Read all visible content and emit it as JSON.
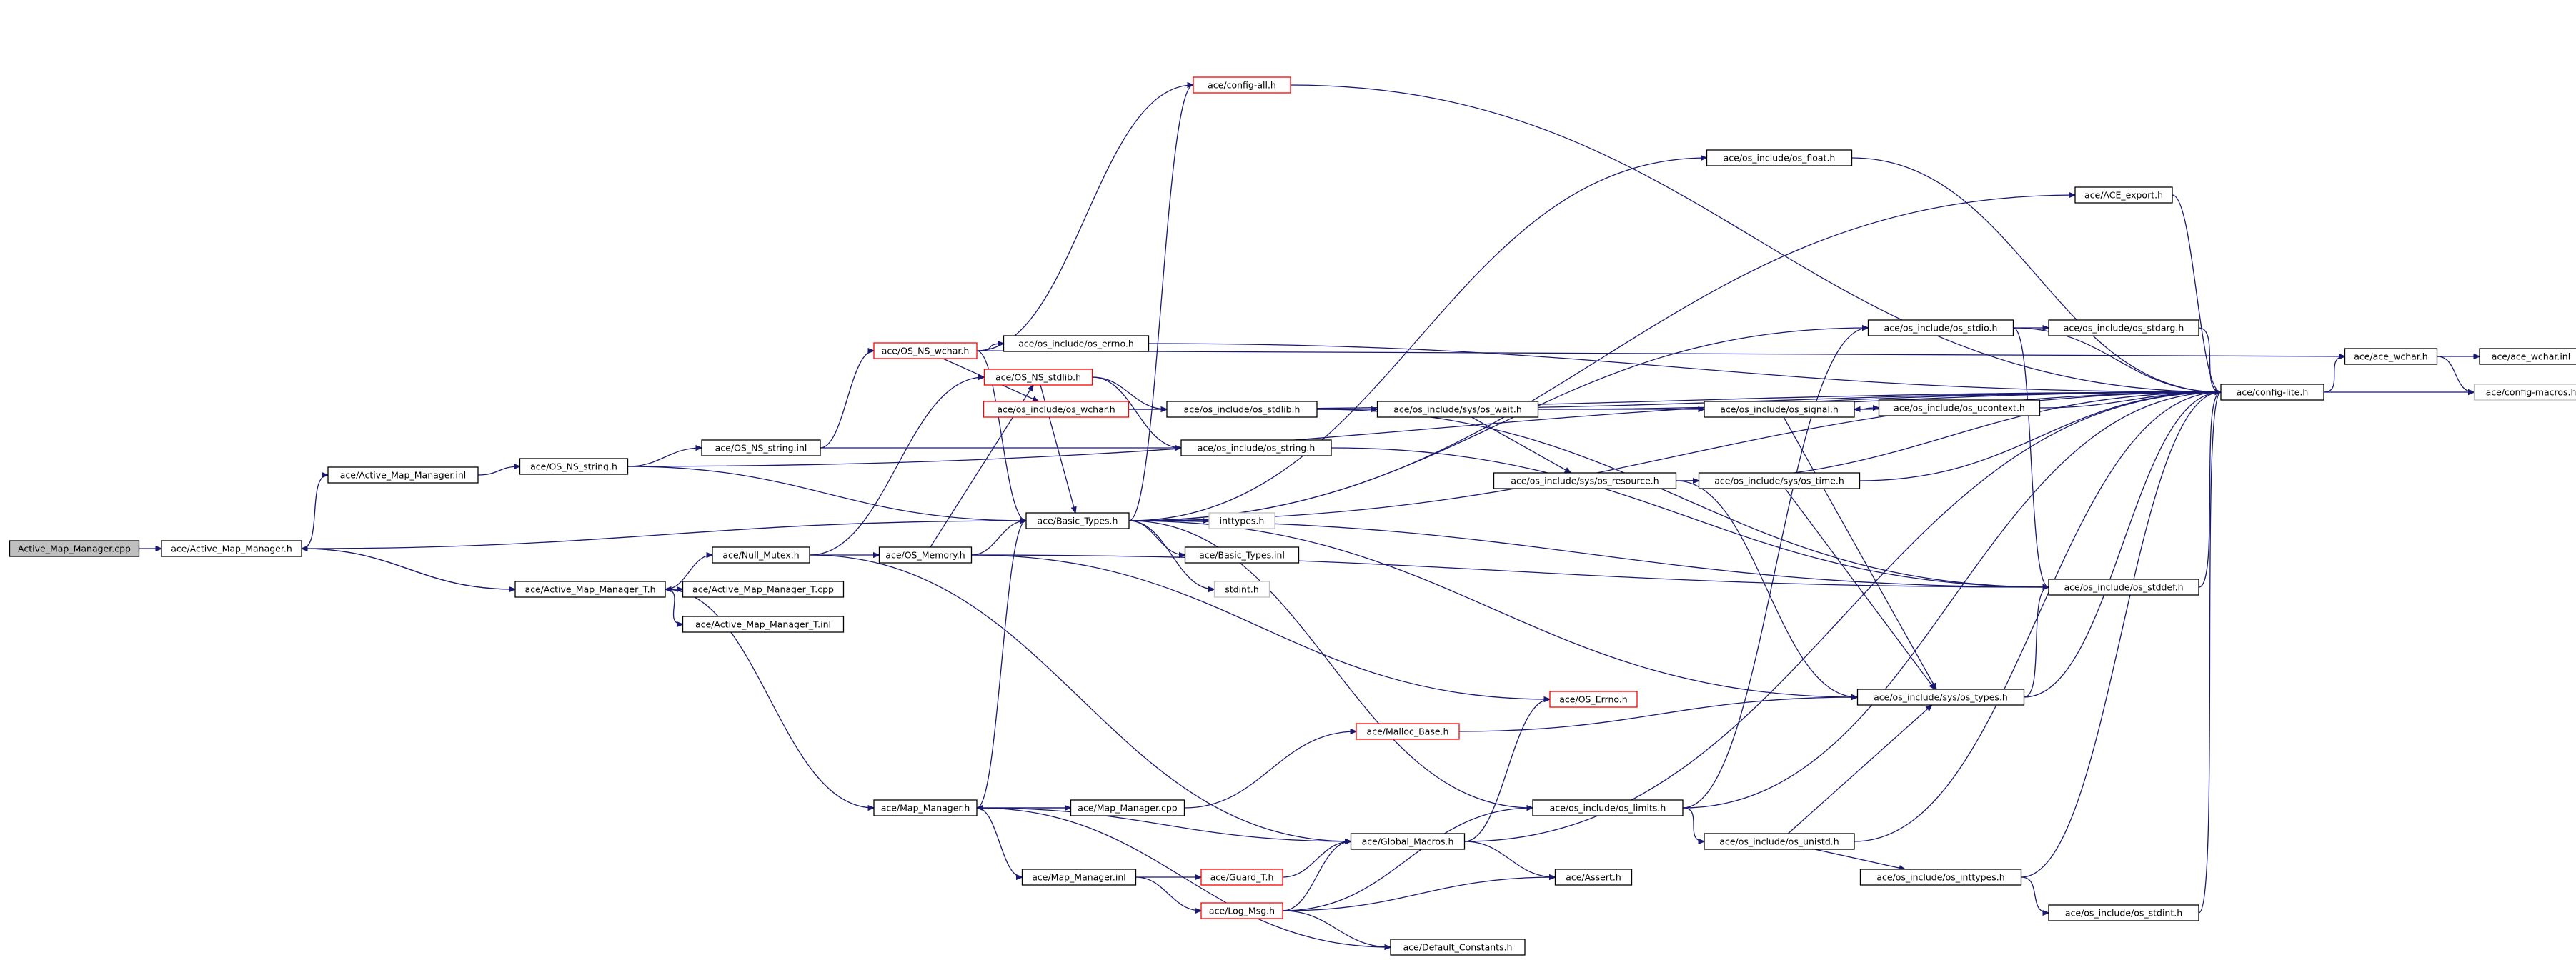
{
  "colors": {
    "edge": "#191970",
    "node_border": "#000000",
    "truncated_border": "#ff0000",
    "missing_border": "#bfbfbf",
    "root_fill": "#bfbfbf"
  },
  "nodes": [
    {
      "id": "n0",
      "label": "Active_Map_Manager.cpp",
      "style": "root"
    },
    {
      "id": "n1",
      "label": "ace/Active_Map_Manager.h",
      "style": "normal"
    },
    {
      "id": "n2",
      "label": "ace/Active_Map_Manager.inl",
      "style": "normal"
    },
    {
      "id": "n3",
      "label": "ace/OS_NS_string.h",
      "style": "normal"
    },
    {
      "id": "n4",
      "label": "ace/OS_NS_string.inl",
      "style": "normal"
    },
    {
      "id": "n5",
      "label": "ace/OS_NS_wchar.h",
      "style": "red"
    },
    {
      "id": "n6",
      "label": "ace/config-all.h",
      "style": "red"
    },
    {
      "id": "n7",
      "label": "ace/os_include/os_errno.h",
      "style": "normal"
    },
    {
      "id": "n8",
      "label": "ace/OS_NS_stdlib.h",
      "style": "red"
    },
    {
      "id": "n9",
      "label": "ace/os_include/os_wchar.h",
      "style": "red"
    },
    {
      "id": "n10",
      "label": "ace/os_include/os_stdlib.h",
      "style": "normal"
    },
    {
      "id": "n11",
      "label": "ace/os_include/os_string.h",
      "style": "normal"
    },
    {
      "id": "n12",
      "label": "ace/Basic_Types.h",
      "style": "normal"
    },
    {
      "id": "n13",
      "label": "inttypes.h",
      "style": "grey"
    },
    {
      "id": "n14",
      "label": "ace/Basic_Types.inl",
      "style": "normal"
    },
    {
      "id": "n15",
      "label": "stdint.h",
      "style": "grey"
    },
    {
      "id": "n16",
      "label": "ace/Active_Map_Manager_T.h",
      "style": "normal"
    },
    {
      "id": "n17",
      "label": "ace/Null_Mutex.h",
      "style": "normal"
    },
    {
      "id": "n18",
      "label": "ace/OS_Memory.h",
      "style": "normal"
    },
    {
      "id": "n19",
      "label": "ace/Active_Map_Manager_T.cpp",
      "style": "normal"
    },
    {
      "id": "n20",
      "label": "ace/Active_Map_Manager_T.inl",
      "style": "normal"
    },
    {
      "id": "n21",
      "label": "ace/Map_Manager.h",
      "style": "normal"
    },
    {
      "id": "n22",
      "label": "ace/Map_Manager.cpp",
      "style": "normal"
    },
    {
      "id": "n23",
      "label": "ace/Map_Manager.inl",
      "style": "normal"
    },
    {
      "id": "n24",
      "label": "ace/Guard_T.h",
      "style": "red"
    },
    {
      "id": "n25",
      "label": "ace/Log_Msg.h",
      "style": "red"
    },
    {
      "id": "n26",
      "label": "ace/Malloc_Base.h",
      "style": "red"
    },
    {
      "id": "n27",
      "label": "ace/Global_Macros.h",
      "style": "normal"
    },
    {
      "id": "n28",
      "label": "ace/Default_Constants.h",
      "style": "normal"
    },
    {
      "id": "n29",
      "label": "ace/OS_Errno.h",
      "style": "red"
    },
    {
      "id": "n30",
      "label": "ace/os_include/os_limits.h",
      "style": "normal"
    },
    {
      "id": "n31",
      "label": "ace/Assert.h",
      "style": "normal"
    },
    {
      "id": "n32",
      "label": "ace/os_include/os_unistd.h",
      "style": "normal"
    },
    {
      "id": "n33",
      "label": "ace/os_include/os_inttypes.h",
      "style": "normal"
    },
    {
      "id": "n34",
      "label": "ace/os_include/os_stdint.h",
      "style": "normal"
    },
    {
      "id": "n35",
      "label": "ace/os_include/sys/os_wait.h",
      "style": "normal"
    },
    {
      "id": "n36",
      "label": "ace/os_include/sys/os_resource.h",
      "style": "normal"
    },
    {
      "id": "n37",
      "label": "ace/os_include/sys/os_time.h",
      "style": "normal"
    },
    {
      "id": "n38",
      "label": "ace/os_include/os_signal.h",
      "style": "normal"
    },
    {
      "id": "n39",
      "label": "ace/os_include/os_ucontext.h",
      "style": "normal"
    },
    {
      "id": "n40",
      "label": "ace/os_include/os_stdio.h",
      "style": "normal"
    },
    {
      "id": "n41",
      "label": "ace/os_include/os_stdarg.h",
      "style": "normal"
    },
    {
      "id": "n42",
      "label": "ace/os_include/os_float.h",
      "style": "normal"
    },
    {
      "id": "n43",
      "label": "ace/ACE_export.h",
      "style": "normal"
    },
    {
      "id": "n44",
      "label": "ace/os_include/os_stddef.h",
      "style": "normal"
    },
    {
      "id": "n45",
      "label": "ace/os_include/sys/os_types.h",
      "style": "normal"
    },
    {
      "id": "n46",
      "label": "ace/config-lite.h",
      "style": "normal"
    },
    {
      "id": "n47",
      "label": "ace/ace_wchar.h",
      "style": "normal"
    },
    {
      "id": "n48",
      "label": "ace/ace_wchar.inl",
      "style": "normal"
    },
    {
      "id": "n49",
      "label": "ace/config-macros.h",
      "style": "grey"
    }
  ],
  "edges": [
    [
      "n0",
      "n1"
    ],
    [
      "n1",
      "n2"
    ],
    [
      "n1",
      "n12"
    ],
    [
      "n1",
      "n16"
    ],
    [
      "n2",
      "n3"
    ],
    [
      "n3",
      "n4"
    ],
    [
      "n3",
      "n12"
    ],
    [
      "n3",
      "n46"
    ],
    [
      "n4",
      "n5"
    ],
    [
      "n4",
      "n11"
    ],
    [
      "n5",
      "n6"
    ],
    [
      "n5",
      "n7"
    ],
    [
      "n5",
      "n9"
    ],
    [
      "n5",
      "n12"
    ],
    [
      "n5",
      "n47"
    ],
    [
      "n6",
      "n46"
    ],
    [
      "n7",
      "n46"
    ],
    [
      "n8",
      "n10"
    ],
    [
      "n8",
      "n11"
    ],
    [
      "n8",
      "n12"
    ],
    [
      "n9",
      "n10"
    ],
    [
      "n9",
      "n46"
    ],
    [
      "n10",
      "n35"
    ],
    [
      "n10",
      "n44"
    ],
    [
      "n10",
      "n46"
    ],
    [
      "n11",
      "n44"
    ],
    [
      "n12",
      "n13"
    ],
    [
      "n12",
      "n14"
    ],
    [
      "n12",
      "n15"
    ],
    [
      "n12",
      "n6"
    ],
    [
      "n12",
      "n42"
    ],
    [
      "n12",
      "n43"
    ],
    [
      "n12",
      "n40"
    ],
    [
      "n12",
      "n46"
    ],
    [
      "n12",
      "n44"
    ],
    [
      "n12",
      "n45"
    ],
    [
      "n12",
      "n30"
    ],
    [
      "n16",
      "n1"
    ],
    [
      "n16",
      "n17"
    ],
    [
      "n16",
      "n19"
    ],
    [
      "n16",
      "n20"
    ],
    [
      "n16",
      "n21"
    ],
    [
      "n19",
      "n16"
    ],
    [
      "n17",
      "n18"
    ],
    [
      "n17",
      "n27"
    ],
    [
      "n17",
      "n8"
    ],
    [
      "n18",
      "n12"
    ],
    [
      "n18",
      "n8"
    ],
    [
      "n18",
      "n29"
    ],
    [
      "n18",
      "n44"
    ],
    [
      "n21",
      "n12"
    ],
    [
      "n21",
      "n22"
    ],
    [
      "n21",
      "n23"
    ],
    [
      "n21",
      "n27"
    ],
    [
      "n21",
      "n28"
    ],
    [
      "n22",
      "n21"
    ],
    [
      "n22",
      "n26"
    ],
    [
      "n23",
      "n24"
    ],
    [
      "n23",
      "n25"
    ],
    [
      "n24",
      "n27"
    ],
    [
      "n25",
      "n27"
    ],
    [
      "n25",
      "n28"
    ],
    [
      "n25",
      "n31"
    ],
    [
      "n25",
      "n30"
    ],
    [
      "n26",
      "n45"
    ],
    [
      "n27",
      "n31"
    ],
    [
      "n27",
      "n29"
    ],
    [
      "n27",
      "n46"
    ],
    [
      "n30",
      "n32"
    ],
    [
      "n30",
      "n46"
    ],
    [
      "n30",
      "n40"
    ],
    [
      "n32",
      "n33"
    ],
    [
      "n32",
      "n45"
    ],
    [
      "n32",
      "n46"
    ],
    [
      "n33",
      "n34"
    ],
    [
      "n33",
      "n46"
    ],
    [
      "n34",
      "n46"
    ],
    [
      "n35",
      "n36"
    ],
    [
      "n35",
      "n38"
    ],
    [
      "n35",
      "n46"
    ],
    [
      "n36",
      "n37"
    ],
    [
      "n36",
      "n45"
    ],
    [
      "n36",
      "n46"
    ],
    [
      "n37",
      "n45"
    ],
    [
      "n37",
      "n46"
    ],
    [
      "n38",
      "n39"
    ],
    [
      "n38",
      "n45"
    ],
    [
      "n38",
      "n46"
    ],
    [
      "n39",
      "n38"
    ],
    [
      "n39",
      "n46"
    ],
    [
      "n40",
      "n41"
    ],
    [
      "n40",
      "n44"
    ],
    [
      "n40",
      "n46"
    ],
    [
      "n41",
      "n46"
    ],
    [
      "n42",
      "n46"
    ],
    [
      "n43",
      "n46"
    ],
    [
      "n44",
      "n46"
    ],
    [
      "n45",
      "n44"
    ],
    [
      "n45",
      "n46"
    ],
    [
      "n46",
      "n47"
    ],
    [
      "n46",
      "n49"
    ],
    [
      "n47",
      "n48"
    ],
    [
      "n47",
      "n49"
    ]
  ]
}
